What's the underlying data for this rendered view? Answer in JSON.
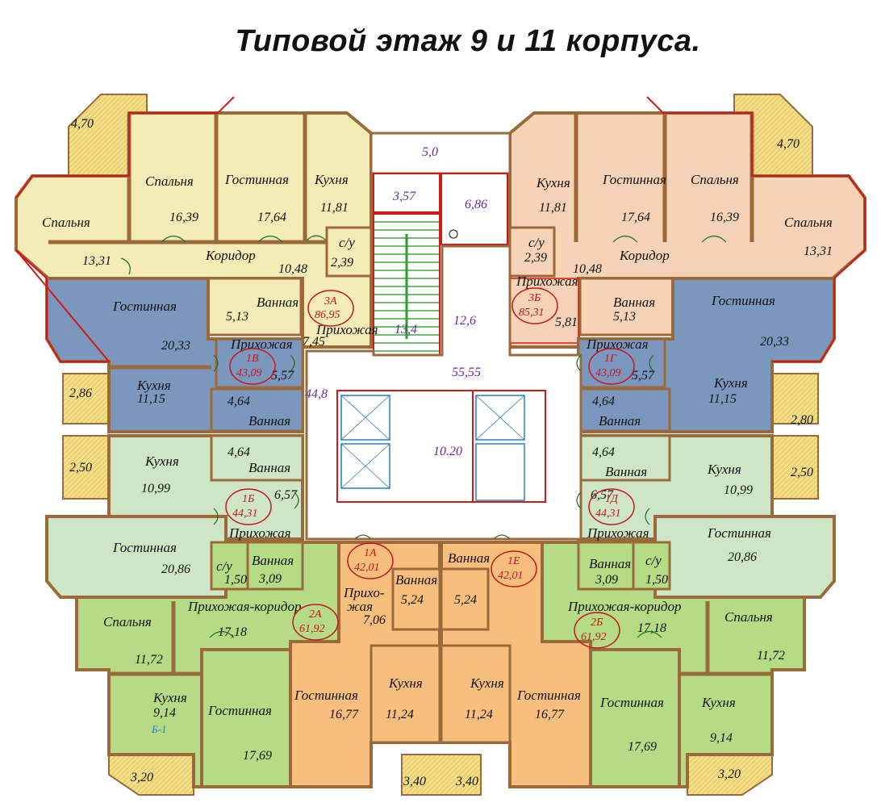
{
  "title": "Типовой этаж 9 и 11 корпуса.",
  "colors": {
    "yellow": "#f3ecb6",
    "peach": "#f6d2b6",
    "blue": "#7c97bd",
    "green_light": "#cfe6c6",
    "green": "#b5dc85",
    "orange": "#f7be7d",
    "balcony": "#f4df86",
    "wall": "#9b6a3a",
    "red": "#d01a1a"
  },
  "labels": [
    {
      "id": "spalnya-tl1",
      "text": "Спальня",
      "cls": "lbl"
    },
    {
      "id": "gost-tl",
      "text": "Гостинная",
      "cls": "lbl"
    },
    {
      "id": "kuhnya-3a",
      "text": "Кухня",
      "cls": "lbl"
    },
    {
      "id": "spalnya-tl2",
      "text": "Спальня",
      "cls": "lbl"
    },
    {
      "id": "cu-3a",
      "text": "с/у",
      "cls": "lbl"
    },
    {
      "id": "korid-3a",
      "text": "Коридор",
      "cls": "lbl"
    },
    {
      "id": "gost-1v",
      "text": "Гостинная",
      "cls": "lbl"
    },
    {
      "id": "vanna-3a",
      "text": "Ванная",
      "cls": "lbl"
    },
    {
      "id": "prih-3a",
      "text": "Прихожая",
      "cls": "lbl"
    },
    {
      "id": "prih-1v",
      "text": "Прихожая",
      "cls": "lbl"
    },
    {
      "id": "kuhnya-1v",
      "text": "Кухня",
      "cls": "lbl"
    },
    {
      "id": "vanna-1v",
      "text": "Ванная",
      "cls": "lbl"
    },
    {
      "id": "vanna-1b",
      "text": "Ванная",
      "cls": "lbl"
    },
    {
      "id": "kuhnya-1b",
      "text": "Кухня",
      "cls": "lbl"
    },
    {
      "id": "prih-1b",
      "text": "Прихожая",
      "cls": "lbl"
    },
    {
      "id": "gost-2a",
      "text": "Гостинная",
      "cls": "lbl"
    },
    {
      "id": "cu-2a",
      "text": "с/у",
      "cls": "lbl"
    },
    {
      "id": "vanna-2a",
      "text": "Ванная",
      "cls": "lbl"
    },
    {
      "id": "prihkor-2a",
      "text": "Прихожая-коридор",
      "cls": "lbl"
    },
    {
      "id": "spalnya-2a",
      "text": "Спальня",
      "cls": "lbl"
    },
    {
      "id": "kuhnya-2a",
      "text": "Кухня",
      "cls": "lbl"
    },
    {
      "id": "gost-2a-b",
      "text": "Гостинная",
      "cls": "lbl"
    },
    {
      "id": "prih-1a-1",
      "text": "Прихо-",
      "cls": "lbl"
    },
    {
      "id": "prih-1a-2",
      "text": "жая",
      "cls": "lbl"
    },
    {
      "id": "vanna-1a",
      "text": "Ванная",
      "cls": "lbl"
    },
    {
      "id": "vanna-1e",
      "text": "Ванная",
      "cls": "lbl"
    },
    {
      "id": "gost-1a",
      "text": "Гостинная",
      "cls": "lbl"
    },
    {
      "id": "kuhnya-1a",
      "text": "Кухня",
      "cls": "lbl"
    },
    {
      "id": "kuhnya-1e",
      "text": "Кухня",
      "cls": "lbl"
    },
    {
      "id": "gost-1e",
      "text": "Гостинная",
      "cls": "lbl"
    },
    {
      "id": "kuhnya-3b",
      "text": "Кухня",
      "cls": "lbl"
    },
    {
      "id": "gost-tr",
      "text": "Гостинная",
      "cls": "lbl"
    },
    {
      "id": "spalnya-tr1",
      "text": "Спальня",
      "cls": "lbl"
    },
    {
      "id": "spalnya-tr2",
      "text": "Спальня",
      "cls": "lbl"
    },
    {
      "id": "cu-3b",
      "text": "с/у",
      "cls": "lbl"
    },
    {
      "id": "korid-3b",
      "text": "Коридор",
      "cls": "lbl"
    },
    {
      "id": "prih-3b",
      "text": "Прихожая",
      "cls": "lbl"
    },
    {
      "id": "vanna-3b",
      "text": "Ванная",
      "cls": "lbl"
    },
    {
      "id": "gost-1g",
      "text": "Гостинная",
      "cls": "lbl"
    },
    {
      "id": "prih-1g",
      "text": "Прихожая",
      "cls": "lbl"
    },
    {
      "id": "kuhnya-1g",
      "text": "Кухня",
      "cls": "lbl"
    },
    {
      "id": "vanna-1g",
      "text": "Ванная",
      "cls": "lbl"
    },
    {
      "id": "vanna-1d",
      "text": "Ванная",
      "cls": "lbl"
    },
    {
      "id": "kuhnya-1d",
      "text": "Кухня",
      "cls": "lbl"
    },
    {
      "id": "prih-1d",
      "text": "Прихожая",
      "cls": "lbl"
    },
    {
      "id": "gost-2b",
      "text": "Гостинная",
      "cls": "lbl"
    },
    {
      "id": "vanna-2b",
      "text": "Ванная",
      "cls": "lbl"
    },
    {
      "id": "cu-2b",
      "text": "с/у",
      "cls": "lbl"
    },
    {
      "id": "prihkor-2b",
      "text": "Прихожая-коридор",
      "cls": "lbl"
    },
    {
      "id": "spalnya-2b",
      "text": "Спальня",
      "cls": "lbl"
    },
    {
      "id": "kuhnya-2b",
      "text": "Кухня",
      "cls": "lbl"
    },
    {
      "id": "gost-2b-b",
      "text": "Гостинная",
      "cls": "lbl"
    }
  ],
  "areas": [
    {
      "id": "a-4-70-l",
      "text": "4,70"
    },
    {
      "id": "a-16-39-l",
      "text": "16,39"
    },
    {
      "id": "a-17-64-l",
      "text": "17,64"
    },
    {
      "id": "a-11-81-l",
      "text": "11,81"
    },
    {
      "id": "a-13-31-l",
      "text": "13,31"
    },
    {
      "id": "a-2-39-l",
      "text": "2,39"
    },
    {
      "id": "a-10-48-l",
      "text": "10,48"
    },
    {
      "id": "a-20-33-l",
      "text": "20,33"
    },
    {
      "id": "a-5-13-l",
      "text": "5,13"
    },
    {
      "id": "a-7-45",
      "text": "7,45"
    },
    {
      "id": "a-5-57-l",
      "text": "5,57"
    },
    {
      "id": "a-2-86",
      "text": "2,86"
    },
    {
      "id": "a-11-15-l",
      "text": "11,15"
    },
    {
      "id": "a-4-64-l1",
      "text": "4,64"
    },
    {
      "id": "a-4-64-l2",
      "text": "4,64"
    },
    {
      "id": "a-2-50-l",
      "text": "2,50"
    },
    {
      "id": "a-10-99-l",
      "text": "10,99"
    },
    {
      "id": "a-6-57-l",
      "text": "6,57"
    },
    {
      "id": "a-20-86-l",
      "text": "20,86"
    },
    {
      "id": "a-1-50-l",
      "text": "1,50"
    },
    {
      "id": "a-3-09-l",
      "text": "3,09"
    },
    {
      "id": "a-17-18-l",
      "text": "17,18"
    },
    {
      "id": "a-11-72-l",
      "text": "11,72"
    },
    {
      "id": "a-9-14-l",
      "text": "9,14"
    },
    {
      "id": "a-17-69-l",
      "text": "17,69"
    },
    {
      "id": "a-3-20-l",
      "text": "3,20"
    },
    {
      "id": "a-7-06",
      "text": "7,06"
    },
    {
      "id": "a-5-24-l",
      "text": "5,24"
    },
    {
      "id": "a-5-24-r",
      "text": "5,24"
    },
    {
      "id": "a-16-77-l",
      "text": "16,77"
    },
    {
      "id": "a-11-24-l",
      "text": "11,24"
    },
    {
      "id": "a-11-24-r",
      "text": "11,24"
    },
    {
      "id": "a-16-77-r",
      "text": "16,77"
    },
    {
      "id": "a-3-40-l",
      "text": "3,40"
    },
    {
      "id": "a-3-40-r",
      "text": "3,40"
    },
    {
      "id": "a-4-70-r",
      "text": "4,70"
    },
    {
      "id": "a-11-81-r",
      "text": "11,81"
    },
    {
      "id": "a-17-64-r",
      "text": "17,64"
    },
    {
      "id": "a-16-39-r",
      "text": "16,39"
    },
    {
      "id": "a-13-31-r",
      "text": "13,31"
    },
    {
      "id": "a-2-39-r",
      "text": "2,39"
    },
    {
      "id": "a-10-48-r",
      "text": "10,48"
    },
    {
      "id": "a-5-81",
      "text": "5,81"
    },
    {
      "id": "a-5-13-r",
      "text": "5,13"
    },
    {
      "id": "a-20-33-r",
      "text": "20,33"
    },
    {
      "id": "a-5-57-r",
      "text": "5,57"
    },
    {
      "id": "a-11-15-r",
      "text": "11,15"
    },
    {
      "id": "a-4-64-r1",
      "text": "4,64"
    },
    {
      "id": "a-2-80",
      "text": "2,80"
    },
    {
      "id": "a-4-64-r2",
      "text": "4,64"
    },
    {
      "id": "a-10-99-r",
      "text": "10,99"
    },
    {
      "id": "a-2-50-r",
      "text": "2,50"
    },
    {
      "id": "a-6-57-r",
      "text": "6,57"
    },
    {
      "id": "a-20-86-r",
      "text": "20,86"
    },
    {
      "id": "a-3-09-r",
      "text": "3,09"
    },
    {
      "id": "a-1-50-r",
      "text": "1,50"
    },
    {
      "id": "a-17-18-r",
      "text": "17,18"
    },
    {
      "id": "a-11-72-r",
      "text": "11,72"
    },
    {
      "id": "a-9-14-r",
      "text": "9,14"
    },
    {
      "id": "a-17-69-r",
      "text": "17,69"
    },
    {
      "id": "a-3-20-r",
      "text": "3,20"
    }
  ],
  "common_areas": [
    {
      "id": "c-5-0",
      "text": "5,0"
    },
    {
      "id": "c-3-57",
      "text": "3,57"
    },
    {
      "id": "c-6-86",
      "text": "6,86"
    },
    {
      "id": "c-13-4",
      "text": "13,4"
    },
    {
      "id": "c-12-6",
      "text": "12,6"
    },
    {
      "id": "c-55-55",
      "text": "55,55"
    },
    {
      "id": "c-44-8",
      "text": "44,8"
    },
    {
      "id": "c-10-20",
      "text": "10.20"
    }
  ],
  "apartments": [
    {
      "id": "3A",
      "name": "3А",
      "area": "86,95"
    },
    {
      "id": "3B",
      "name": "3Б",
      "area": "85,31"
    },
    {
      "id": "1V",
      "name": "1В",
      "area": "43,09"
    },
    {
      "id": "1G",
      "name": "1Г",
      "area": "43,09"
    },
    {
      "id": "1B",
      "name": "1Б",
      "area": "44,31"
    },
    {
      "id": "1D",
      "name": "1Д",
      "area": "44,31"
    },
    {
      "id": "1A",
      "name": "1А",
      "area": "42,01"
    },
    {
      "id": "1E",
      "name": "1Е",
      "area": "42,01"
    },
    {
      "id": "2A",
      "name": "2А",
      "area": "61,92"
    },
    {
      "id": "2B",
      "name": "2Б",
      "area": "61,92"
    }
  ],
  "note": "Б-1"
}
